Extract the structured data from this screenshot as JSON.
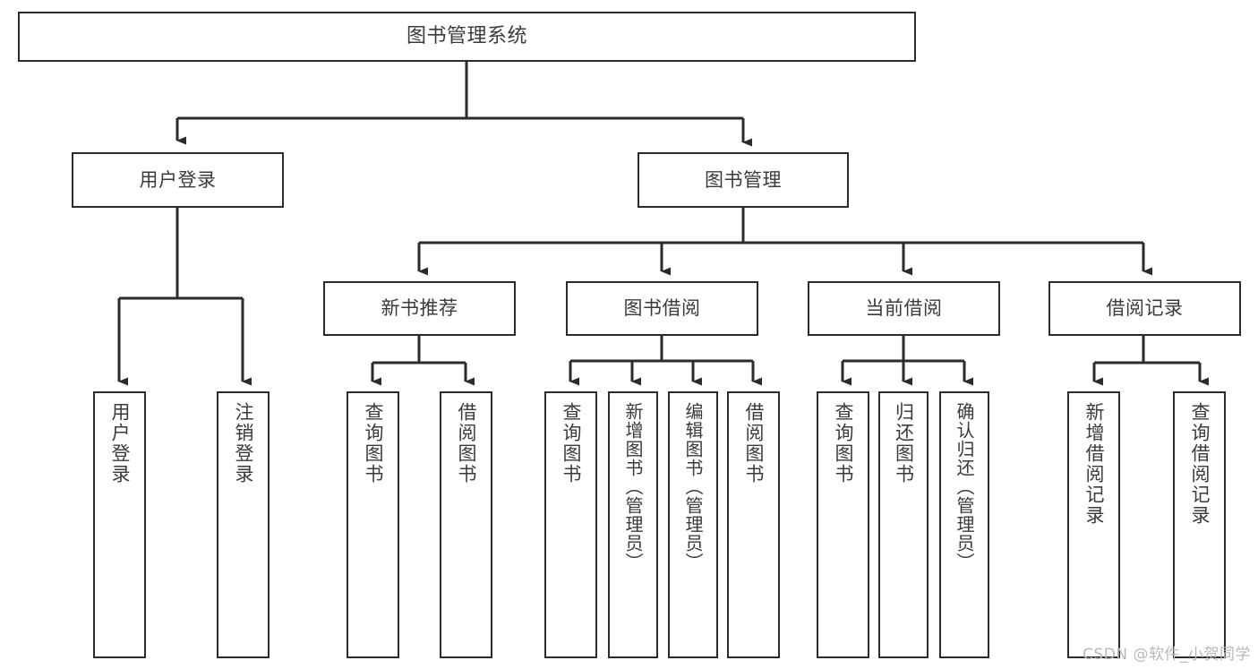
{
  "diagram": {
    "title": "图书管理系统",
    "type": "tree",
    "orientation": "top-down",
    "stroke_color": "#2b2b2b",
    "text_color": "#3b3b3b",
    "background_color": "#ffffff",
    "nodes": {
      "root": {
        "label": "图书管理系统"
      },
      "level2": [
        {
          "id": "user-login",
          "label": "用户登录"
        },
        {
          "id": "book-manage",
          "label": "图书管理"
        }
      ],
      "level3": [
        {
          "id": "new-book-rec",
          "label": "新书推荐"
        },
        {
          "id": "book-borrow",
          "label": "图书借阅"
        },
        {
          "id": "current-borrow",
          "label": "当前借阅"
        },
        {
          "id": "borrow-record",
          "label": "借阅记录"
        }
      ],
      "leaves": {
        "user-login": [
          {
            "id": "leaf-user-login",
            "label": "用户登录"
          },
          {
            "id": "leaf-user-logout",
            "label": "注销登录"
          }
        ],
        "new-book-rec": [
          {
            "id": "leaf-query-book-1",
            "label": "查询图书"
          },
          {
            "id": "leaf-borrow-book-1",
            "label": "借阅图书"
          }
        ],
        "book-borrow": [
          {
            "id": "leaf-query-book-2",
            "label": "查询图书"
          },
          {
            "id": "leaf-add-book",
            "label": "新增图书（管理员）"
          },
          {
            "id": "leaf-edit-book",
            "label": "编辑图书（管理员）"
          },
          {
            "id": "leaf-borrow-book-2",
            "label": "借阅图书"
          }
        ],
        "current-borrow": [
          {
            "id": "leaf-query-book-3",
            "label": "查询图书"
          },
          {
            "id": "leaf-return-book",
            "label": "归还图书"
          },
          {
            "id": "leaf-confirm-return",
            "label": "确认归还（管理员）"
          }
        ],
        "borrow-record": [
          {
            "id": "leaf-add-record",
            "label": "新增借阅记录"
          },
          {
            "id": "leaf-query-record",
            "label": "查询借阅记录"
          }
        ]
      }
    }
  },
  "watermark": {
    "text": "CSDN @软件_小贺同学"
  }
}
